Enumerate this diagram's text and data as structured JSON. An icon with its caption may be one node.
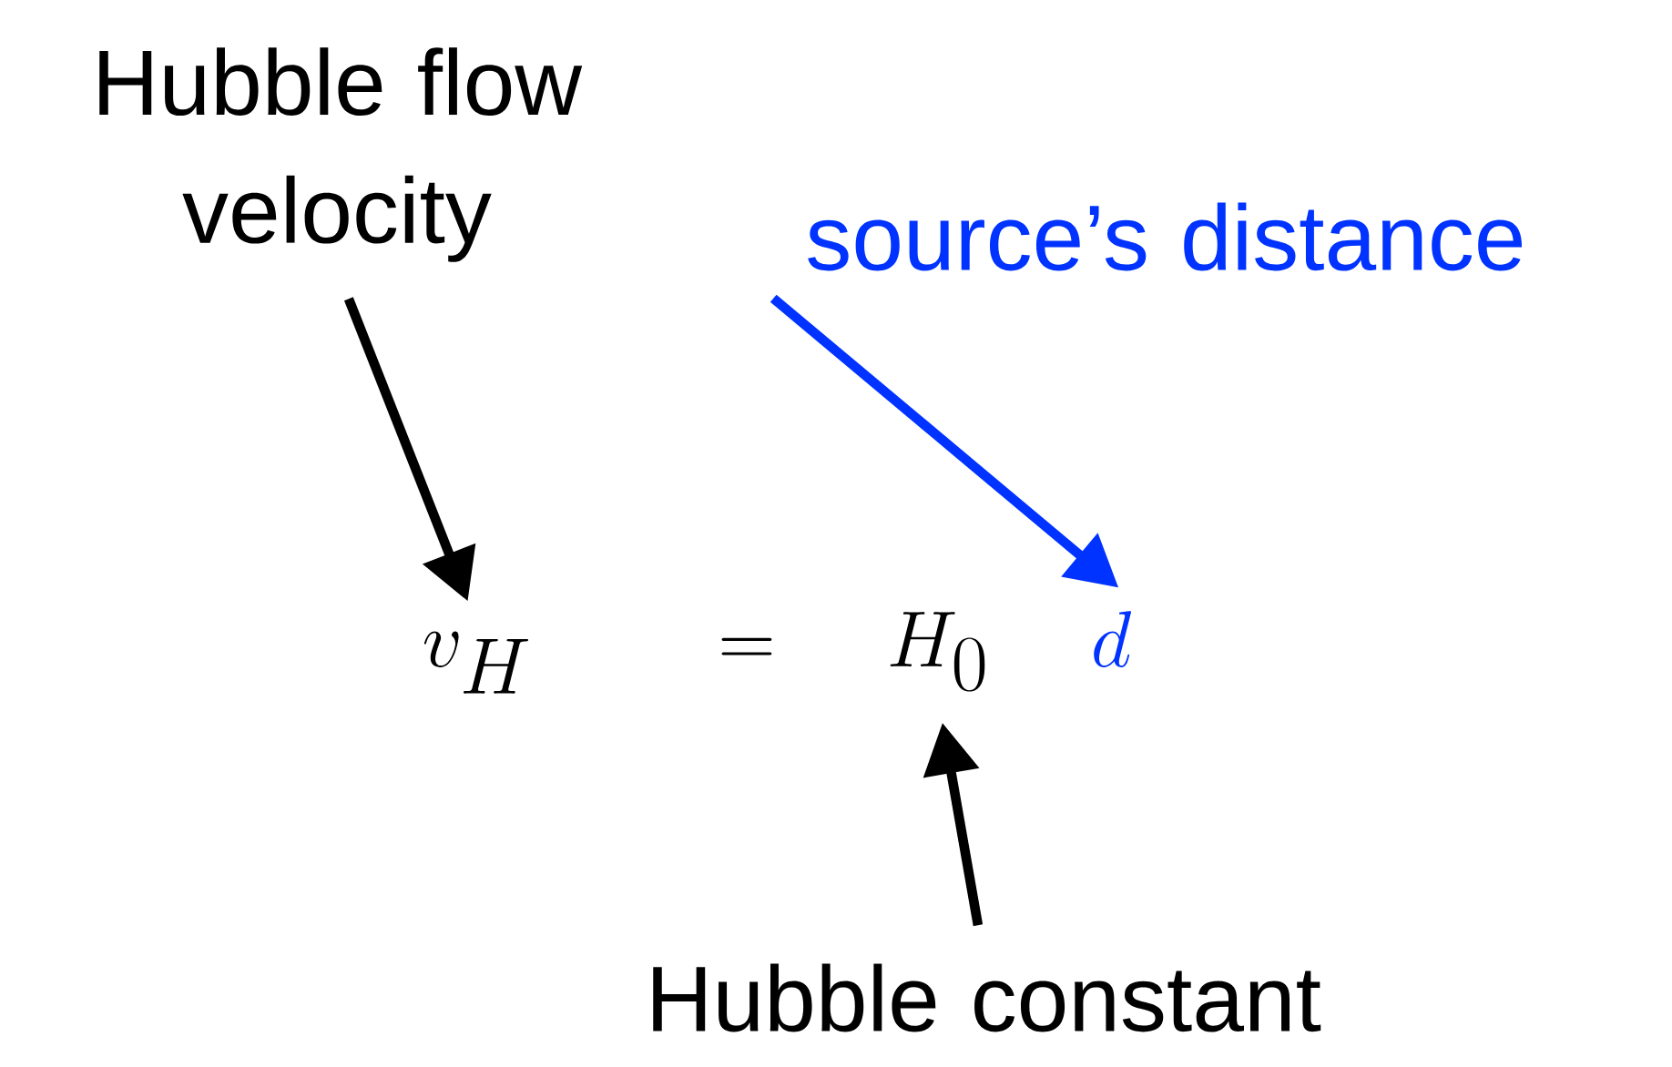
{
  "diagram": {
    "nodes": [
      {
        "text": [
          "Hubble flow velocity"
        ]
      },
      {
        "text": [
          "source’s distance"
        ]
      },
      {
        "text": [
          "Hubble constant"
        ]
      },
      {
        "text": [
          "v_H"
        ]
      },
      {
        "text": [
          "H_0"
        ]
      },
      {
        "text": [
          "d"
        ]
      }
    ],
    "edges": [
      {
        "from": 0,
        "to": 3,
        "arrow": "to"
      },
      {
        "from": 1,
        "to": 5,
        "arrow": "to",
        "color": "#0033ff"
      },
      {
        "from": 2,
        "to": 4,
        "arrow": "to"
      }
    ],
    "labels": [
      "="
    ]
  }
}
